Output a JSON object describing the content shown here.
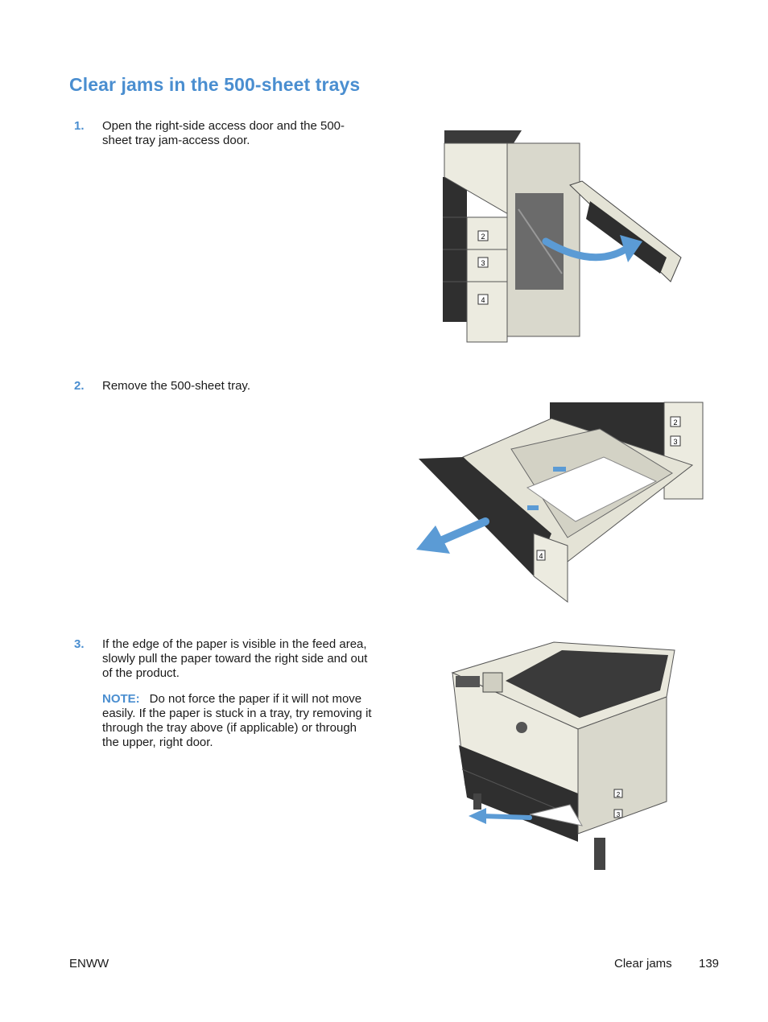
{
  "title": "Clear jams in the 500-sheet trays",
  "steps": [
    {
      "number": "1.",
      "text": "Open the right-side access door and the 500-sheet tray jam-access door."
    },
    {
      "number": "2.",
      "text": "Remove the 500-sheet tray."
    },
    {
      "number": "3.",
      "text": "If the edge of the paper is visible in the feed area, slowly pull the paper toward the right side and out of the product.",
      "note_label": "NOTE:",
      "note_text": "Do not force the paper if it will not move easily. If the paper is stuck in a tray, try removing it through the tray above (if applicable) or through the upper, right door."
    }
  ],
  "illustration_labels": {
    "tray2": "2",
    "tray3": "3",
    "tray4": "4"
  },
  "footer": {
    "left": "ENWW",
    "section": "Clear jams",
    "page": "139"
  },
  "colors": {
    "accent": "#4a8ed0",
    "arrow": "#5b9bd5",
    "printer_body": "#ecebe0",
    "printer_dark": "#3a3a3a"
  }
}
